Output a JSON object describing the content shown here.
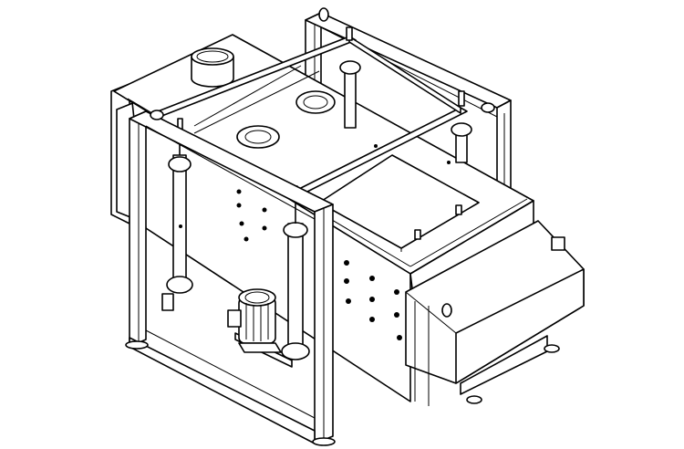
{
  "drawing": {
    "colors": {
      "line": "#000000",
      "background": "#ffffff"
    },
    "parts": [
      "base-frame",
      "screen-body",
      "top-cover",
      "inlet-spout",
      "inspection-port",
      "access-hatch",
      "discharge-chute",
      "suspension-rod",
      "drive-motor",
      "cross-beam",
      "support-column"
    ]
  }
}
